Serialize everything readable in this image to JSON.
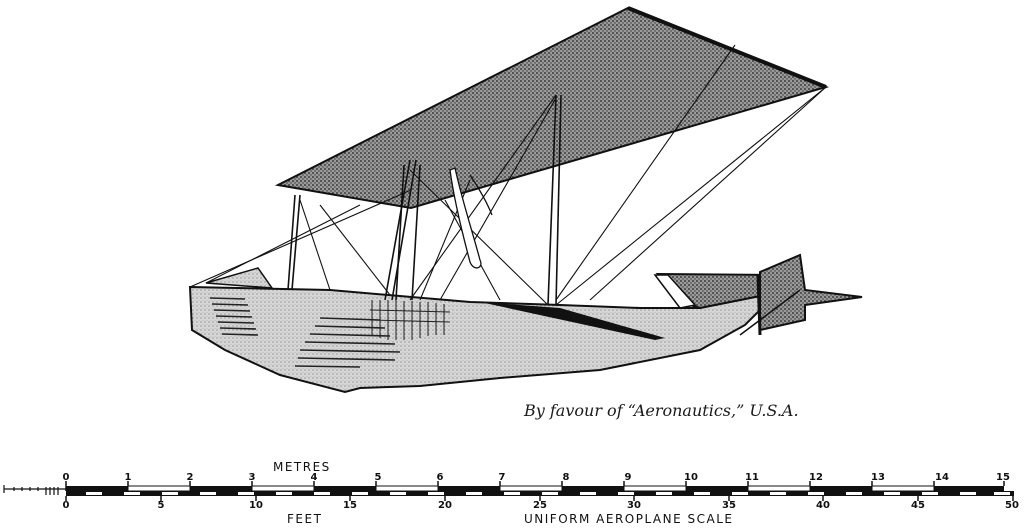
{
  "caption": "By favour of “Aeronautics,” U.S.A.",
  "illustration": {
    "subject": "flying-boat biplane side view",
    "colors": {
      "ink": "#111111",
      "stipple": "#8a8a8a",
      "paper": "#ffffff"
    }
  },
  "scale": {
    "metres_label": "METRES",
    "feet_label": "FEET",
    "title": "UNIFORM AEROPLANE SCALE",
    "metres_ticks": [
      "0",
      "1",
      "2",
      "3",
      "4",
      "5",
      "6",
      "7",
      "8",
      "9",
      "10",
      "11",
      "12",
      "13",
      "14",
      "15"
    ],
    "feet_ticks": [
      "0",
      "5",
      "10",
      "15",
      "20",
      "25",
      "30",
      "35",
      "40",
      "45",
      "50"
    ]
  }
}
